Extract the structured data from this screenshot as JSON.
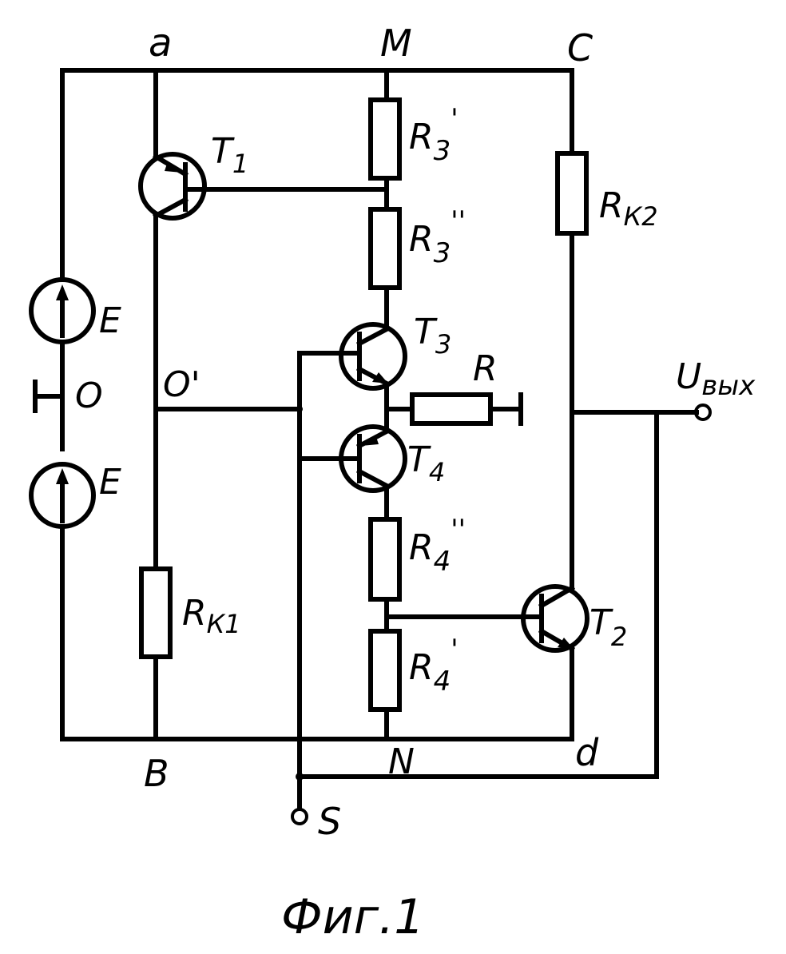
{
  "nodes": {
    "a": "a",
    "m": "M",
    "c": "C",
    "o": "O",
    "o_prime": "O'",
    "b": "B",
    "n": "N",
    "d": "d",
    "s": "S"
  },
  "sources": {
    "upper": "E",
    "lower": "E"
  },
  "transistors": {
    "t1": {
      "main": "T",
      "sub": "1"
    },
    "t2": {
      "main": "T",
      "sub": "2"
    },
    "t3": {
      "main": "T",
      "sub": "3"
    },
    "t4": {
      "main": "T",
      "sub": "4"
    }
  },
  "resistors": {
    "r3_prime": {
      "main": "R",
      "sub": "3",
      "mark": "'"
    },
    "r3_double": {
      "main": "R",
      "sub": "3",
      "mark": "''"
    },
    "r4_double": {
      "main": "R",
      "sub": "4",
      "mark": "''"
    },
    "r4_prime": {
      "main": "R",
      "sub": "4",
      "mark": "'"
    },
    "rk1": {
      "main": "R",
      "sub": "К1"
    },
    "rk2": {
      "main": "R",
      "sub": "К2"
    },
    "r": {
      "main": "R"
    }
  },
  "output": {
    "main": "U",
    "sub": "вых"
  },
  "caption": "Фиг.1"
}
